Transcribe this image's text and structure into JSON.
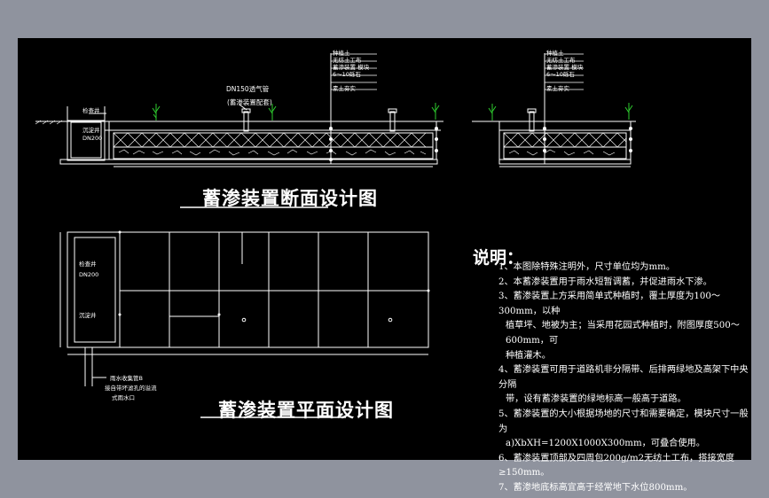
{
  "titles": {
    "section": "蓄渗装置断面设计图",
    "plan": "蓄渗装置平面设计图"
  },
  "notes": {
    "heading": "说明：",
    "lines": [
      "1、本图除特殊注明外，尺寸单位均为mm。",
      "2、本蓄渗装置用于雨水短暂调蓄，并促进雨水下渗。",
      "3、蓄渗装置上方采用简单式种植时，覆土厚度为100～300mm，以种",
      "植草坪、地被为主；当采用花园式种植时，附图厚度500～600mm，可",
      "种植灌木。",
      "4、蓄渗装置可用于道路机非分隔带、后排两绿地及高架下中央分隔",
      "带，设有蓄渗装置的绿地标高一般高于道路。",
      "5、蓄渗装置的大小根据场地的尺寸和需要确定，模块尺寸一般为",
      "a)XbXH=1200X1000X300mm，可叠合使用。",
      "6、蓄渗装置顶部及四周包200g/m2无纺土工布，搭接宽度≥150mm。",
      "7、蓄渗地底标高宜高于经常地下水位800mm。"
    ]
  },
  "labels": {
    "vent_pipe": "DN150透气管",
    "vent_pipe_sub": "(蓄渗装置配套)",
    "inspection_well": "检查井",
    "dn200": "DN200",
    "settling_well_left": "沉淀井",
    "plan_inspection": "检查井",
    "plan_dn200": "DN200",
    "plan_settling": "沉淀井",
    "drain_pipe": "雨水收集管B",
    "drain_pipe_sub": "接自带坏滤孔的溢流",
    "drain_pipe_sub2": "式雨水口",
    "layers_left": [
      "种植土",
      "无纺土工布",
      "蓄渗装置 模块",
      "6～10砾石",
      "素土夯实"
    ],
    "layers_right": [
      "种植土",
      "无纺土工布",
      "蓄渗装置 模块",
      "6～10砾石",
      "素土夯实"
    ]
  }
}
